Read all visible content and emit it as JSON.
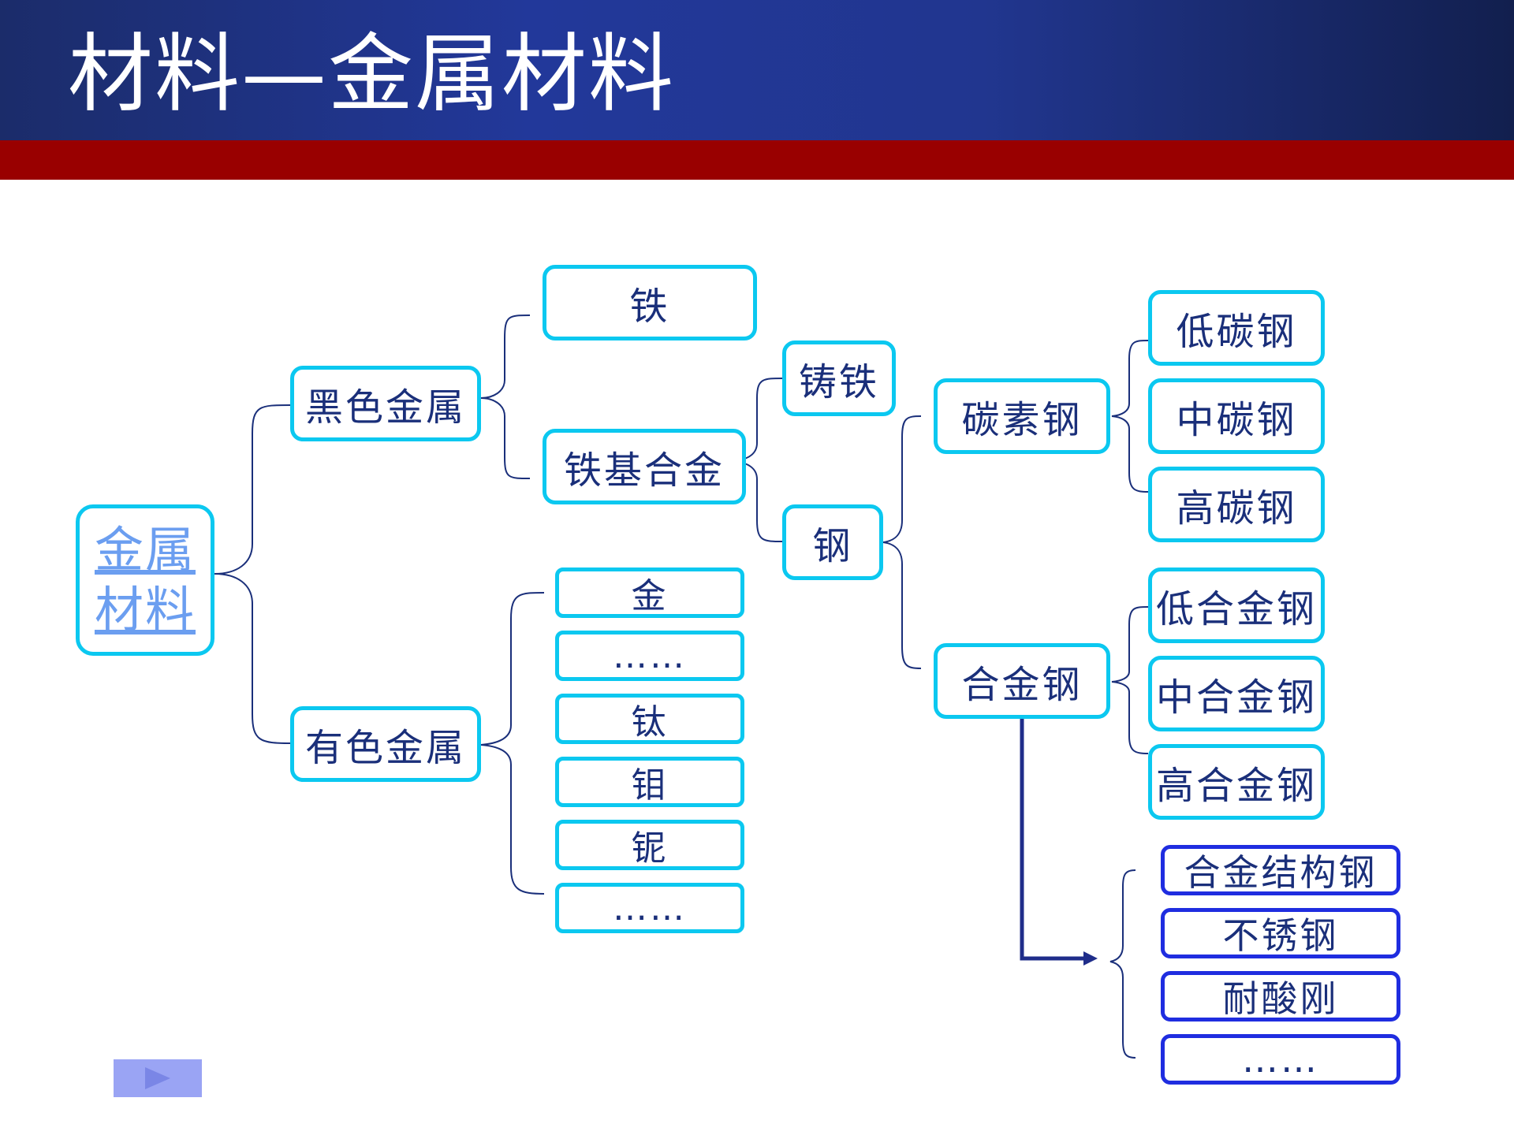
{
  "header": {
    "title": "材料—金属材料"
  },
  "colors": {
    "header_blue": "#22389a",
    "red_bar": "#990000",
    "box_border": "#0bc8f0",
    "blue_border": "#1f2de0",
    "text": "#1a2f7a",
    "link": "#6b9ef0"
  },
  "diagram": {
    "root": {
      "label_line1": "金属",
      "label_line2": "材料"
    },
    "ferrous": {
      "label": "黑色金属",
      "iron": "铁",
      "iron_alloy": {
        "label": "铁基合金",
        "cast_iron": "铸铁",
        "steel": {
          "label": "钢",
          "carbon_steel": {
            "label": "碳素钢",
            "children": [
              "低碳钢",
              "中碳钢",
              "高碳钢"
            ]
          },
          "alloy_steel": {
            "label": "合金钢",
            "children": [
              "低合金钢",
              "中合金钢",
              "高合金钢"
            ]
          },
          "alloy_steel_types": [
            "合金结构钢",
            "不锈钢",
            "耐酸刚",
            "……"
          ]
        }
      }
    },
    "nonferrous": {
      "label": "有色金属",
      "children": [
        "金",
        "……",
        "钛",
        "钼",
        "铌",
        "……"
      ]
    }
  },
  "nav": {
    "icon": "play-triangle-icon"
  }
}
